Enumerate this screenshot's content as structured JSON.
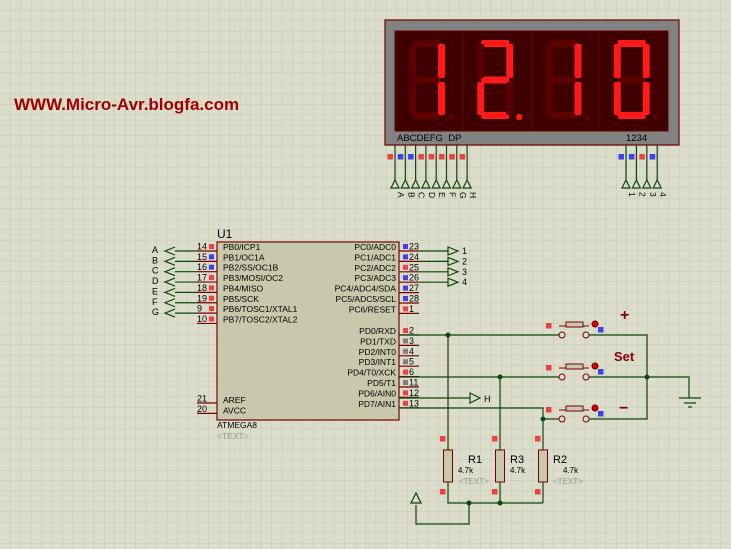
{
  "website": "WWW.Micro-Avr.blogfa.com",
  "colors": {
    "lit": "#ff1a1a",
    "unlit": "#5c0000",
    "panel": "#3e0000",
    "chip": "#c8c8ad",
    "brand": "#a00000",
    "pin_red": "#f04040",
    "pin_blue": "#4040f0",
    "pin_gray": "#808080"
  },
  "display": {
    "digits": [
      "1",
      "2",
      "1",
      "0"
    ],
    "dp_lit": [
      false,
      true,
      false,
      false
    ],
    "seg_label": "ABCDEFG  DP",
    "com_label": "1234",
    "seg_pins": [
      {
        "label": "A",
        "state": "red"
      },
      {
        "label": "B",
        "state": "blue"
      },
      {
        "label": "C",
        "state": "blue"
      },
      {
        "label": "D",
        "state": "red"
      },
      {
        "label": "E",
        "state": "red"
      },
      {
        "label": "F",
        "state": "red"
      },
      {
        "label": "G",
        "state": "red"
      },
      {
        "label": "H",
        "state": "red"
      }
    ],
    "com_pins": [
      {
        "label": "1",
        "state": "blue"
      },
      {
        "label": "2",
        "state": "blue"
      },
      {
        "label": "3",
        "state": "red"
      },
      {
        "label": "4",
        "state": "blue"
      }
    ]
  },
  "chip": {
    "ref": "U1",
    "part": "ATMEGA8",
    "text": "<TEXT>",
    "left_pins": [
      {
        "num": "14",
        "name": "PB0/ICP1",
        "net": "A",
        "state": "red"
      },
      {
        "num": "15",
        "name": "PB1/OC1A",
        "net": "B",
        "state": "blue"
      },
      {
        "num": "16",
        "name": "PB2/SS/OC1B",
        "net": "C",
        "state": "blue"
      },
      {
        "num": "17",
        "name": "PB3/MOSI/OC2",
        "net": "D",
        "state": "red"
      },
      {
        "num": "18",
        "name": "PB4/MISO",
        "net": "E",
        "state": "red"
      },
      {
        "num": "19",
        "name": "PB5/SCK",
        "net": "F",
        "state": "red"
      },
      {
        "num": "9",
        "name": "PB6/TOSC1/XTAL1",
        "net": "G",
        "state": "red"
      },
      {
        "num": "10",
        "name": "PB7/TOSC2/XTAL2",
        "net": "",
        "state": "red"
      }
    ],
    "left_bottom_pins": [
      {
        "num": "21",
        "name": "AREF"
      },
      {
        "num": "20",
        "name": "AVCC"
      }
    ],
    "right_c_pins": [
      {
        "num": "23",
        "name": "PC0/ADC0",
        "net": "1",
        "state": "blue"
      },
      {
        "num": "24",
        "name": "PC1/ADC1",
        "net": "2",
        "state": "blue"
      },
      {
        "num": "25",
        "name": "PC2/ADC2",
        "net": "3",
        "state": "red"
      },
      {
        "num": "26",
        "name": "PC3/ADC3",
        "net": "4",
        "state": "blue"
      },
      {
        "num": "27",
        "name": "PC4/ADC4/SDA",
        "net": "",
        "state": "blue"
      },
      {
        "num": "28",
        "name": "PC5/ADC5/SCL",
        "net": "",
        "state": "blue"
      },
      {
        "num": "1",
        "name": "PC6/RESET",
        "net": "",
        "state": "red"
      }
    ],
    "right_d_pins": [
      {
        "num": "2",
        "name": "PD0/RXD",
        "state": "red"
      },
      {
        "num": "3",
        "name": "PD1/TXD",
        "state": "gray"
      },
      {
        "num": "4",
        "name": "PD2/INT0",
        "state": "gray"
      },
      {
        "num": "5",
        "name": "PD3/INT1",
        "state": "gray"
      },
      {
        "num": "6",
        "name": "PD4/T0/XCK",
        "state": "red"
      },
      {
        "num": "11",
        "name": "PD5/T1",
        "state": "gray"
      },
      {
        "num": "12",
        "name": "PD6/AIN0",
        "state": "red"
      },
      {
        "num": "13",
        "name": "PD7/AIN1",
        "state": "red"
      }
    ]
  },
  "net_h": "H",
  "resistors": [
    {
      "ref": "R1",
      "value": "4.7k",
      "text": "<TEXT>"
    },
    {
      "ref": "R3",
      "value": "4.7k",
      "text": ""
    },
    {
      "ref": "R2",
      "value": "4.7k",
      "text": "<TEXT>"
    }
  ],
  "buttons": {
    "plus": "+",
    "set": "Set",
    "minus": "−"
  }
}
